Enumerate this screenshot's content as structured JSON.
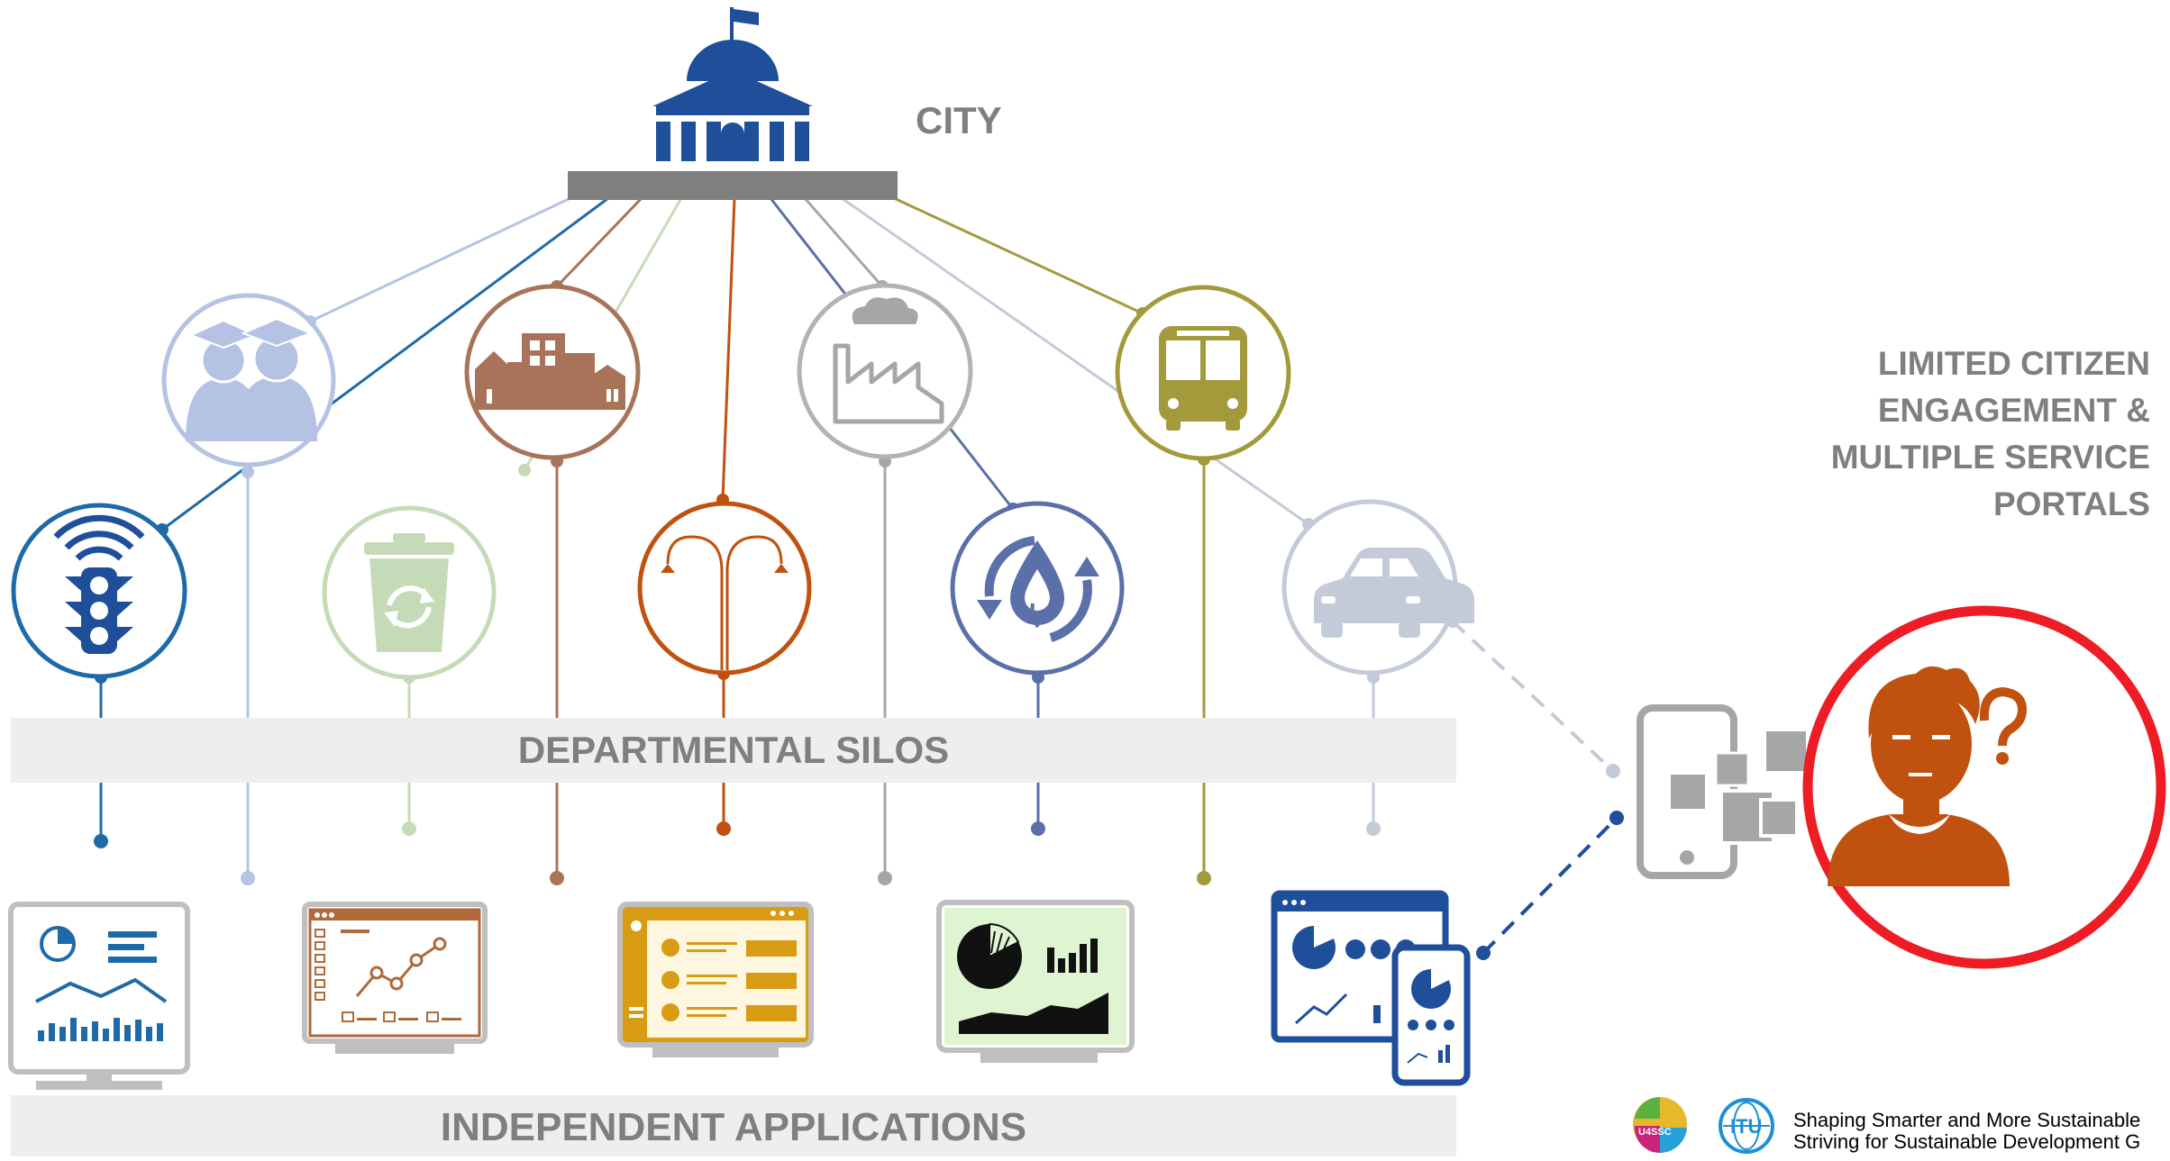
{
  "diagram": {
    "city_label": "CITY",
    "silos_label": "DEPARTMENTAL SILOS",
    "apps_label": "INDEPENDENT APPLICATIONS",
    "side_note_lines": [
      "LIMITED CITIZEN",
      "ENGAGEMENT &",
      "MULTIPLE SERVICE",
      "PORTALS"
    ]
  },
  "icons": {
    "city": "city-hall-icon",
    "departments": [
      "education-icon",
      "buildings-icon",
      "industry-icon",
      "public-transport-icon",
      "traffic-light-icon",
      "recycling-bin-icon",
      "street-light-icon",
      "water-cycle-icon",
      "car-icon"
    ],
    "applications": [
      "dashboard-monitor-icon",
      "analytics-browser-icon",
      "list-app-icon",
      "pie-chart-monitor-icon",
      "multi-device-dashboard-icon"
    ],
    "citizen": "confused-citizen-icon",
    "portals": "mobile-portals-icon"
  },
  "colors": {
    "city_blue": "#1f4e9a",
    "dark_blue": "#1e6aa8",
    "light_blue": "#b4c3e3",
    "brown": "#a9735a",
    "light_green": "#c5dbb8",
    "orange": "#c0510e",
    "gray": "#a6a6a6",
    "slate_blue": "#5b6fa8",
    "olive": "#a39a3c",
    "pale_gray": "#c3cad8",
    "alert_red": "#ee1c24"
  },
  "logos": [
    "U4SSC",
    "ITU"
  ],
  "footer": {
    "line1": "Shaping Smarter and More Sustainable",
    "line2": "Striving for Sustainable Development G"
  }
}
